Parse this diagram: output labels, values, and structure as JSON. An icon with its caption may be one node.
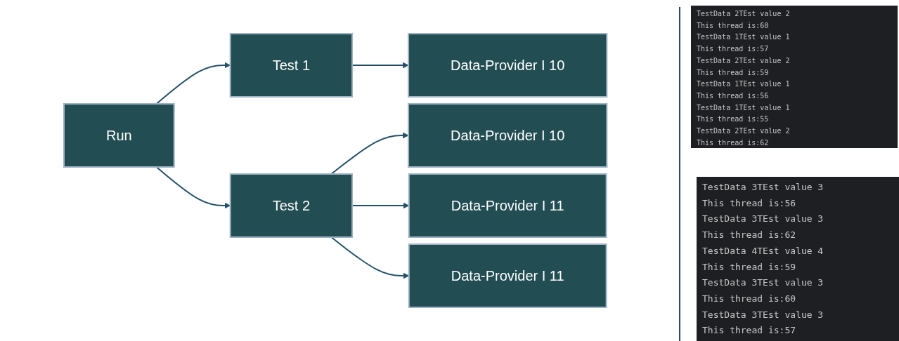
{
  "diagram": {
    "nodes": [
      {
        "text": [
          "Run"
        ]
      },
      {
        "text": [
          "Test 1"
        ]
      },
      {
        "text": [
          "Test 2"
        ]
      },
      {
        "text": [
          "Data-Provider I 10"
        ]
      },
      {
        "text": [
          "Data-Provider I 11"
        ]
      },
      {
        "text": [
          "Data-Provider I 10"
        ]
      },
      {
        "text": [
          "Data-Provider I 11"
        ]
      }
    ],
    "edges": [
      {
        "from": 0,
        "to": 1,
        "arrow": "to"
      },
      {
        "from": 0,
        "to": 2,
        "arrow": "to"
      },
      {
        "from": 1,
        "to": 5,
        "arrow": "to"
      },
      {
        "from": 2,
        "to": 3,
        "arrow": "to"
      },
      {
        "from": 2,
        "to": 4,
        "arrow": "to"
      },
      {
        "from": 2,
        "to": 6,
        "arrow": "to"
      }
    ],
    "labels": [
      "TestData 2TEst value 2",
      "This thread is:60",
      "TestData 1TEst value 1",
      "This thread is:57",
      "TestData 2TEst value 2",
      "This thread is:59",
      "TestData 1TEst value 1",
      "This thread is:56",
      "TestData 1TEst value 1",
      "This thread is:55",
      "TestData 2TEst value 2",
      "This thread is:62",
      "TestData 3TEst value 3",
      "This thread is:56",
      "TestData 3TEst value 3",
      "This thread is:62",
      "TestData 4TEst value 4",
      "This thread is:59",
      "TestData 3TEst value 3",
      "This thread is:60",
      "TestData 3TEst value 3",
      "This thread is:57"
    ]
  }
}
